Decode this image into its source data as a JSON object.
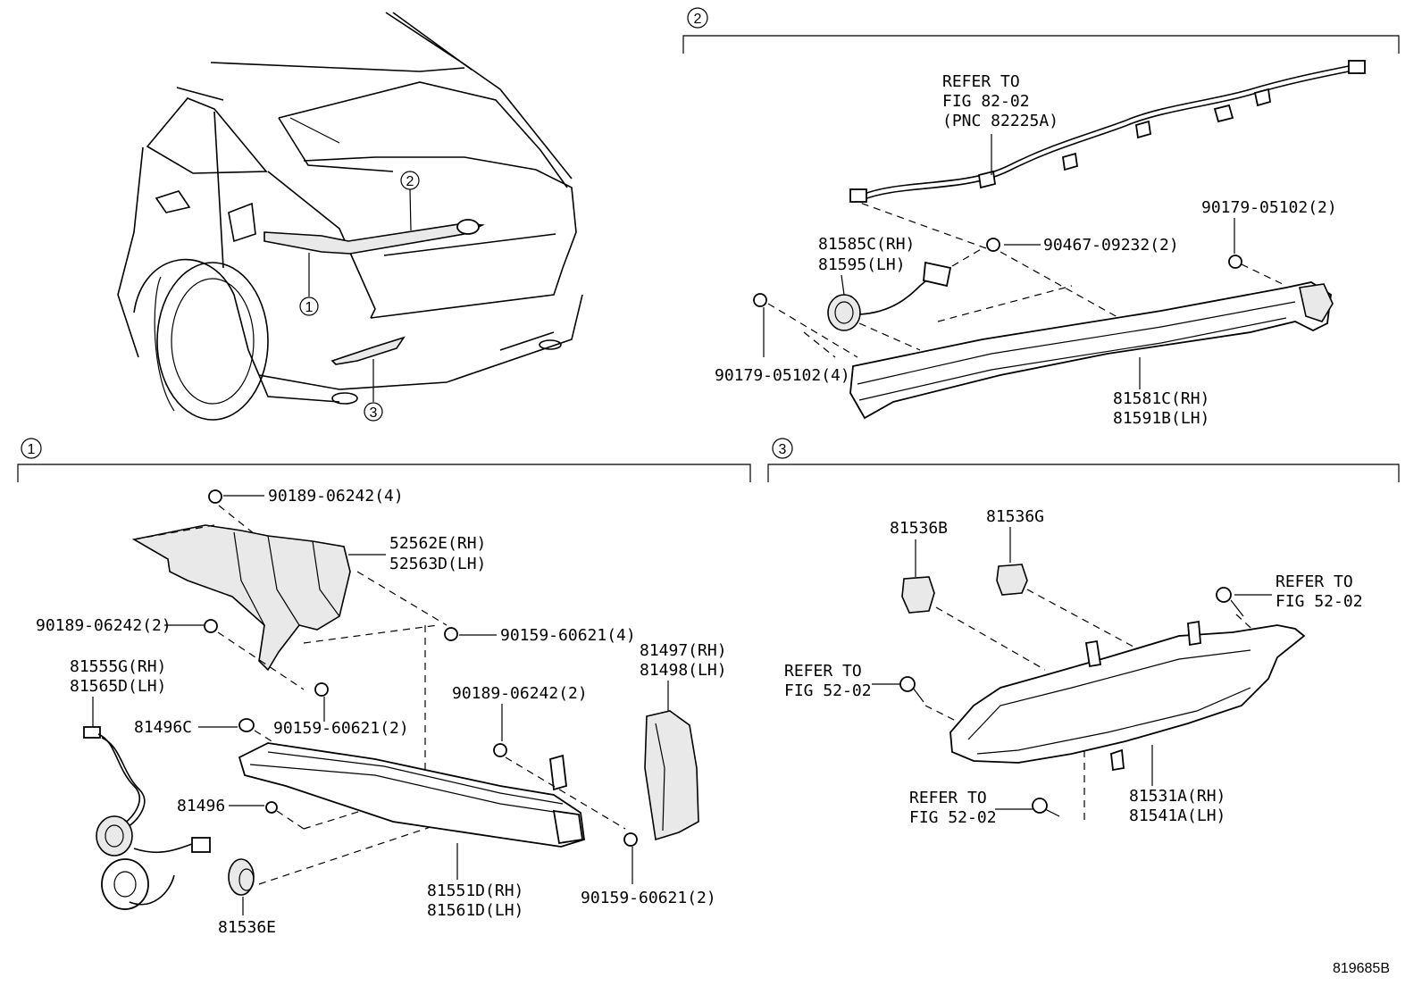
{
  "sections": {
    "one": "1",
    "two": "2",
    "three": "3"
  },
  "overview": {
    "callout_1": "1",
    "callout_2": "2",
    "callout_3": "3"
  },
  "section2": {
    "refer_line1": "REFER TO",
    "refer_line2": "FIG 82-02",
    "refer_line3": "(PNC 82225A)",
    "p_90179_top": "90179-05102(2)",
    "p_81585": "81585C(RH)",
    "p_81595": "81595(LH)",
    "p_90467": "90467-09232(2)",
    "p_90179_left": "90179-05102(4)",
    "p_81581": "81581C(RH)",
    "p_81591": "81591B(LH)"
  },
  "section1": {
    "p_90189_top": "90189-06242(4)",
    "p_52562": "52562E(RH)",
    "p_52563": "52563D(LH)",
    "p_90189_left": "90189-06242(2)",
    "p_90159_right": "90159-60621(4)",
    "p_81497": "81497(RH)",
    "p_81498": "81498(LH)",
    "p_81555": "81555G(RH)",
    "p_81565": "81565D(LH)",
    "p_81496C": "81496C",
    "p_90159_mid": "90159-60621(2)",
    "p_90189_mid": "90189-06242(2)",
    "p_81496": "81496",
    "p_81536E": "81536E",
    "p_81551": "81551D(RH)",
    "p_81561": "81561D(LH)",
    "p_90159_bottom": "90159-60621(2)"
  },
  "section3": {
    "p_81536B": "81536B",
    "p_81536G": "81536G",
    "refer_a1": "REFER TO",
    "refer_a2": "FIG 52-02",
    "refer_b1": "REFER TO",
    "refer_b2": "FIG 52-02",
    "refer_c1": "REFER TO",
    "refer_c2": "FIG 52-02",
    "p_81531": "81531A(RH)",
    "p_81541": "81541A(LH)"
  },
  "footer": {
    "diagram_id": "819685B"
  }
}
